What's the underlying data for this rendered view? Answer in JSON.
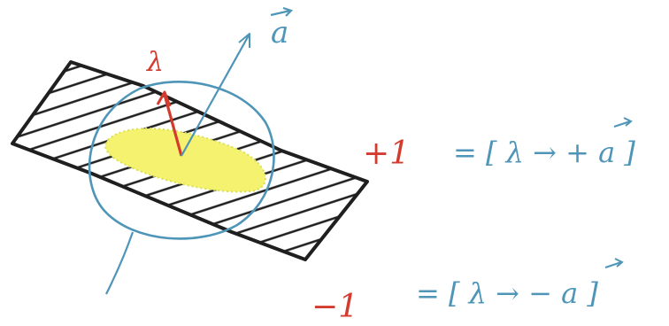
{
  "colors": {
    "ink": "#1f1f1f",
    "blue": "#4f95b8",
    "red": "#d23b2e",
    "yellow": "#f4f26e",
    "yellow_edge": "#d9df58"
  },
  "labels": {
    "vector_a": "a",
    "lambda": "λ",
    "plus_outcome": "+1",
    "minus_outcome": "−1",
    "plus_equiv": "= [ λ → + a ]",
    "minus_equiv": "= [ λ → − a ]"
  }
}
